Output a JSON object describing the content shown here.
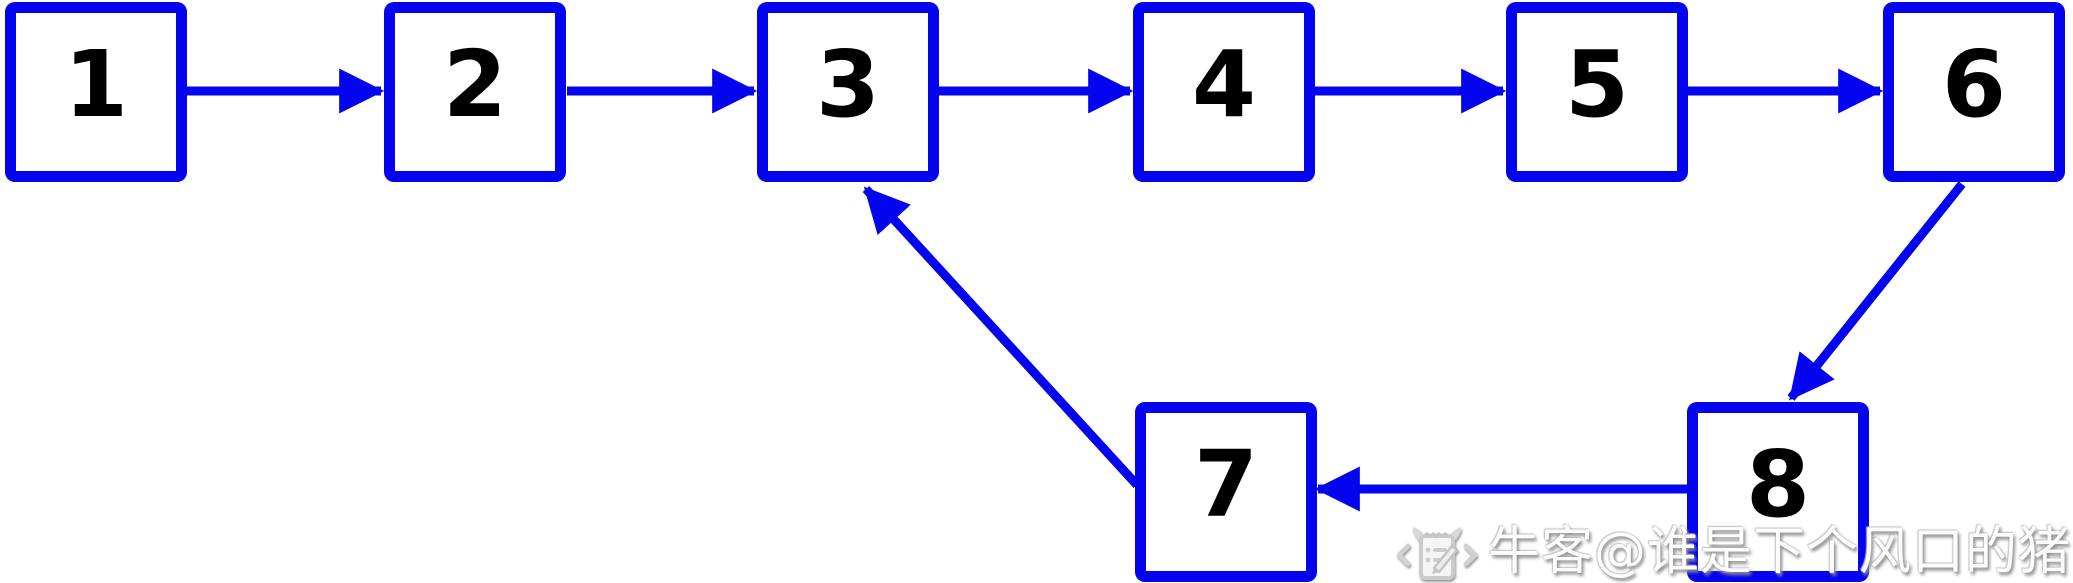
{
  "diagram": {
    "type": "linked-list-with-cycle",
    "description": "Singly linked list 1-2-3-4-5-6-8-7 where node 7 points back to node 3, forming a cycle",
    "nodes": [
      {
        "id": "1",
        "label": "1"
      },
      {
        "id": "2",
        "label": "2"
      },
      {
        "id": "3",
        "label": "3"
      },
      {
        "id": "4",
        "label": "4"
      },
      {
        "id": "5",
        "label": "5"
      },
      {
        "id": "6",
        "label": "6"
      },
      {
        "id": "7",
        "label": "7"
      },
      {
        "id": "8",
        "label": "8"
      }
    ],
    "edges": [
      {
        "from": "1",
        "to": "2"
      },
      {
        "from": "2",
        "to": "3"
      },
      {
        "from": "3",
        "to": "4"
      },
      {
        "from": "4",
        "to": "5"
      },
      {
        "from": "5",
        "to": "6"
      },
      {
        "from": "6",
        "to": "8"
      },
      {
        "from": "8",
        "to": "7"
      },
      {
        "from": "7",
        "to": "3"
      }
    ],
    "colors": {
      "node_border": "#0404ee",
      "arrow": "#0404ee",
      "node_fill": "#ffffff",
      "label": "#000000"
    }
  },
  "watermark": {
    "icon": "niuke-logo-icon",
    "text": "牛客@谁是下个风口的猪",
    "color": "#fcfcfc",
    "shadow_color": "#8e8e8e"
  }
}
